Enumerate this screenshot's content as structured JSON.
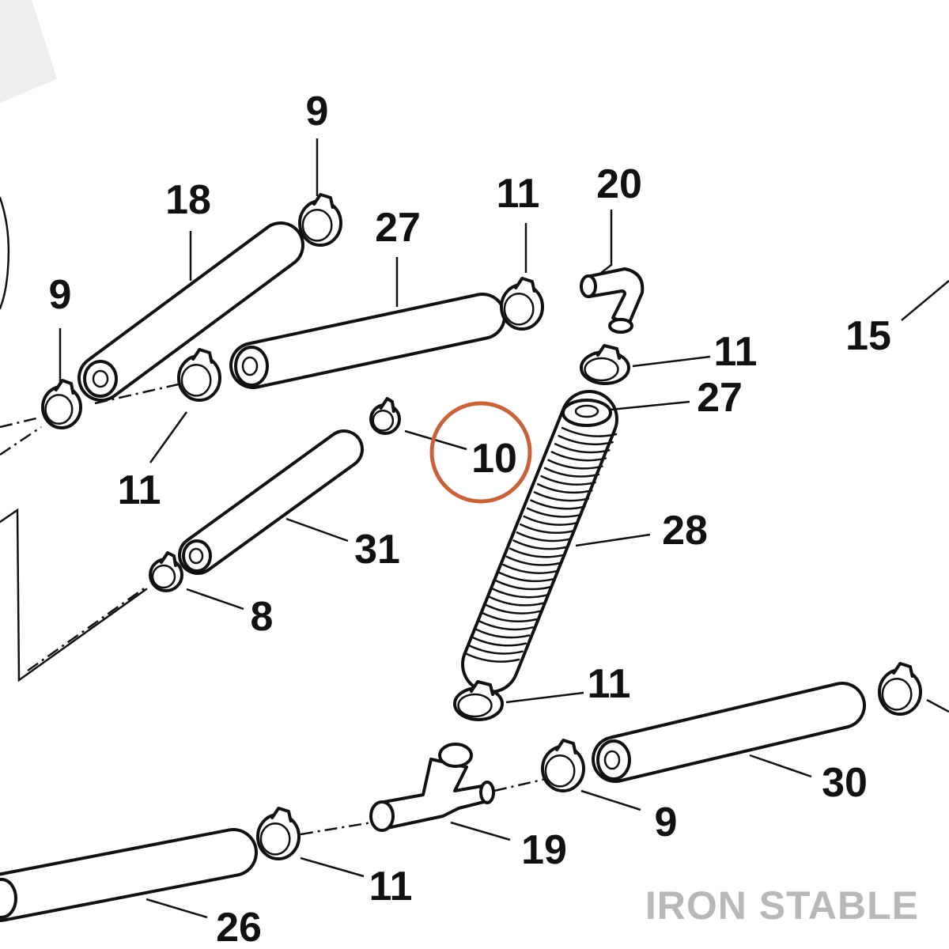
{
  "watermark": "IRON STABLE",
  "highlight_color": "#c8623a",
  "callouts": {
    "c9_top": "9",
    "c18": "18",
    "c11_top": "11",
    "c20": "20",
    "c27_top": "27",
    "c9_left": "9",
    "c15": "15",
    "c11_right": "11",
    "c27_right": "27",
    "c11_left": "11",
    "c10": "10",
    "c28": "28",
    "c31": "31",
    "c8": "8",
    "c11_mid": "11",
    "c30": "30",
    "c9_bottom": "9",
    "c19": "19",
    "c11_bottom": "11",
    "c26": "26"
  }
}
